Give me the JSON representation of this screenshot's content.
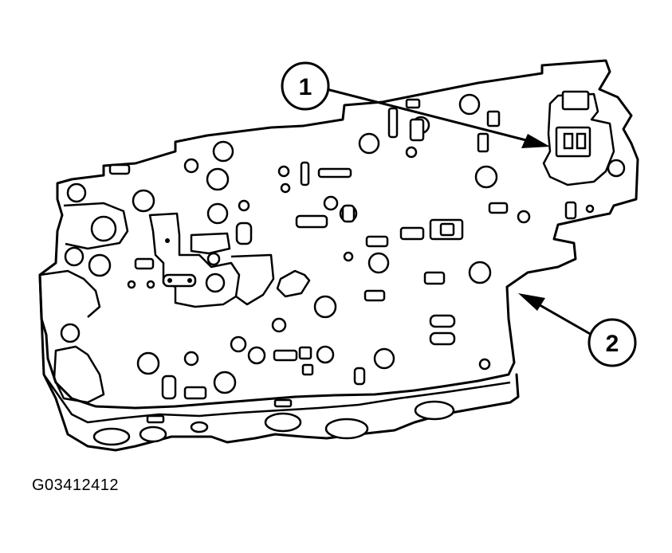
{
  "callouts": [
    {
      "label": "1"
    },
    {
      "label": "2"
    }
  ],
  "figure_id": "G03412412"
}
